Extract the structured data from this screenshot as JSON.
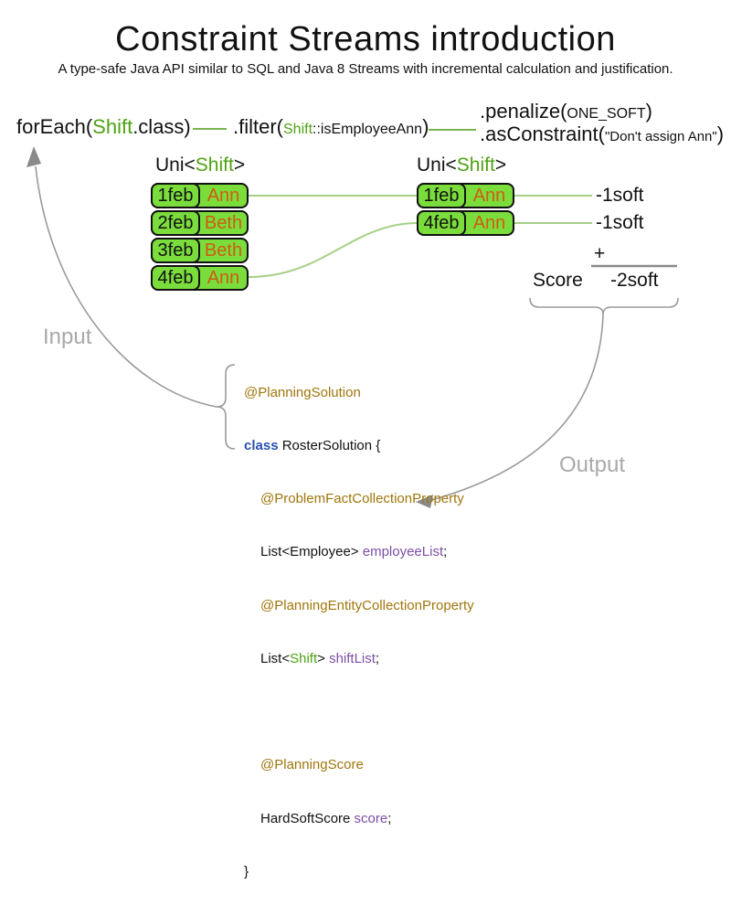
{
  "header": {
    "title": "Constraint Streams introduction",
    "subtitle": "A type-safe Java API similar to SQL and Java 8 Streams with incremental calculation and justification."
  },
  "flow": {
    "foreach_pre": "forEach(",
    "foreach_type": "Shift",
    "foreach_post": ".class)",
    "filter_pre": ".filter(",
    "filter_type": "Shift",
    "filter_arg": "::isEmployeeAnn",
    "filter_close": ")",
    "penalize_pre": ".penalize(",
    "penalize_arg": "ONE_SOFT",
    "penalize_close": ")",
    "asconstraint_pre": ".asConstraint(",
    "asconstraint_arg": "\"Don't assign Ann\"",
    "asconstraint_close": ")"
  },
  "tables": {
    "left": {
      "label_pre": "Uni<",
      "label_type": "Shift",
      "label_post": ">",
      "rows": [
        {
          "date": "1feb",
          "name": "Ann"
        },
        {
          "date": "2feb",
          "name": "Beth"
        },
        {
          "date": "3feb",
          "name": "Beth"
        },
        {
          "date": "4feb",
          "name": "Ann"
        }
      ]
    },
    "right": {
      "label_pre": "Uni<",
      "label_type": "Shift",
      "label_post": ">",
      "rows": [
        {
          "date": "1feb",
          "name": "Ann"
        },
        {
          "date": "4feb",
          "name": "Ann"
        }
      ]
    }
  },
  "results": {
    "penalties": [
      "-1soft",
      "-1soft"
    ],
    "plus": "+",
    "score_label": "Score",
    "total": "-2soft"
  },
  "labels": {
    "input": "Input",
    "output": "Output"
  },
  "code": {
    "planning_solution": "@PlanningSolution",
    "class_kw": "class",
    "class_rest": " RosterSolution {",
    "problem_fact_annotation": "@ProblemFactCollectionProperty",
    "employee_list_type": "List<Employee> ",
    "employee_list_field": "employeeList",
    "semi1": ";",
    "planning_entity_annotation": "@PlanningEntityCollectionProperty",
    "shift_list_pre": "List<",
    "shift_list_type": "Shift",
    "shift_list_mid": "> ",
    "shift_list_field": "shiftList",
    "semi2": ";",
    "planning_score_annotation": "@PlanningScore",
    "score_type": "HardSoftScore ",
    "score_field": "score",
    "semi3": ";",
    "closing_brace": "}"
  },
  "colors": {
    "cell_green": "#7bdd3c",
    "type_green": "#4ea313",
    "name_orange": "#ce5c12",
    "annotation_brown": "#a0760c",
    "keyword_blue": "#2b50b0",
    "field_purple": "#7d4fa5",
    "flow_line_green": "#7cb350",
    "connector_green": "#a6d088",
    "arrow_gray": "#999999"
  }
}
